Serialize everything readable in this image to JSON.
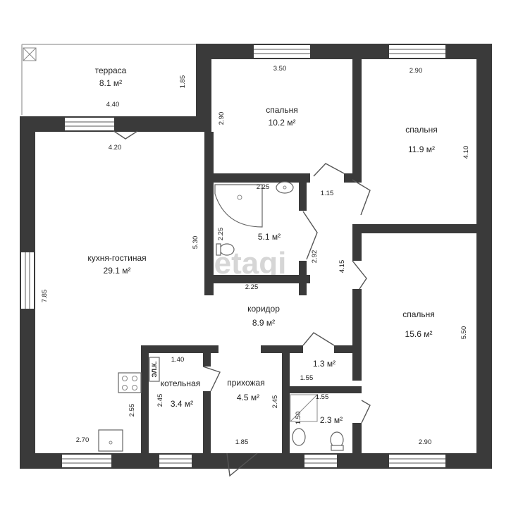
{
  "watermark": "etagi",
  "rooms": {
    "terrace": {
      "name": "терраса",
      "area": "8.1 м²"
    },
    "bedroom_top_middle": {
      "name": "спальня",
      "area": "10.2 м²"
    },
    "bedroom_top_right": {
      "name": "спальня",
      "area": "11.9 м²"
    },
    "bathroom": {
      "area": "5.1 м²"
    },
    "kitchen_living": {
      "name": "кухня-гостиная",
      "area": "29.1 м²"
    },
    "corridor": {
      "name": "коридор",
      "area": "8.9 м²"
    },
    "bedroom_bottom_right": {
      "name": "спальня",
      "area": "15.6 м²"
    },
    "boiler_room": {
      "name": "котельная",
      "area": "3.4 м²"
    },
    "hallway": {
      "name": "прихожая",
      "area": "4.5 м²"
    },
    "closet": {
      "area": "1.3 м²"
    },
    "wc": {
      "area": "2.3 м²"
    }
  },
  "labels": {
    "electric_panel": "ЭЛ.К."
  },
  "dimensions": {
    "terrace_width": "4.40",
    "terrace_depth": "1.85",
    "kitchen_top_width": "4.20",
    "kitchen_height": "7.85",
    "kitchen_bottom_width": "2.70",
    "kitchen_wall_right": "5.30",
    "kitchen_lower_left": "2.55",
    "bedroom_mid_width": "3.50",
    "bedroom_mid_depth": "2.90",
    "bedroom_right_width": "2.90",
    "bedroom_right_depth": "4.10",
    "bath_top": "2.25",
    "bath_side": "2.25",
    "bath_bottom": "2.25",
    "bath_right": "2.92",
    "corridor_top": "1.15",
    "corridor_side": "4.15",
    "bedroom_br_depth": "5.50",
    "bedroom_br_width": "2.90",
    "boiler_width": "1.40",
    "boiler_depth": "2.45",
    "hallway_depth": "2.45",
    "hallway_width": "1.85",
    "closet_width": "1.55",
    "wc_width": "1.55",
    "wc_depth": "1.50"
  }
}
